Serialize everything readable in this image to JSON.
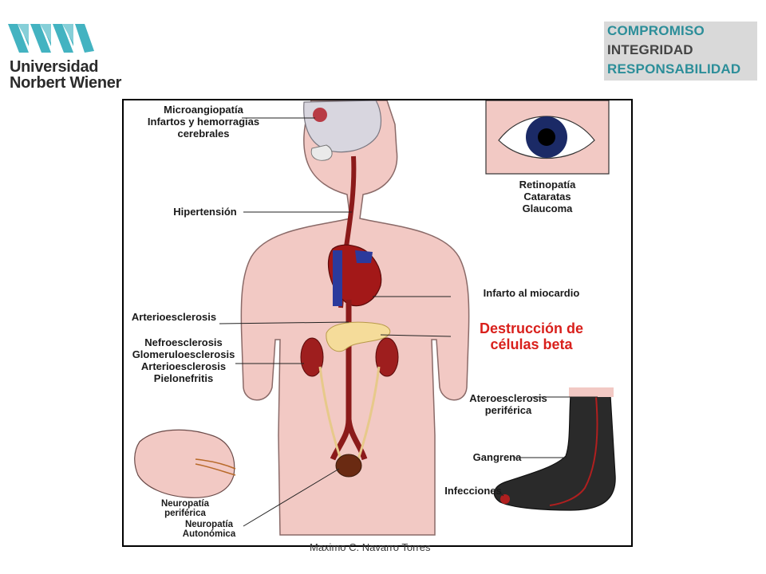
{
  "header": {
    "university_logo": {
      "line1": "Universidad",
      "line2": "Norbert Wiener",
      "icon": "book-waves-logo"
    },
    "values": [
      "COMPROMISO",
      "INTEGRIDAD",
      "RESPONSABILIDAD"
    ]
  },
  "diagram": {
    "labels": {
      "microangiopatia": [
        "Microangiopatía",
        "Infartos y hemorragias",
        "cerebrales"
      ],
      "hipertension": "Hipertensión",
      "retinopatia": [
        "Retinopatía",
        "Cataratas",
        "Glaucoma"
      ],
      "infarto": "Infarto al miocardio",
      "arterioesclerosis": "Arterioesclerosis",
      "destruccion": [
        "Destrucción de",
        "células beta"
      ],
      "renal": [
        "Nefroesclerosis",
        "Glomeruloesclerosis",
        "Arterioesclerosis",
        "Pielonefritis"
      ],
      "ateroesclerosis": [
        "Ateroesclerosis",
        "periférica"
      ],
      "gangrena": "Gangrena",
      "infecciones": "Infecciones",
      "neuropatia_periferica": [
        "Neuropatía",
        "periférica"
      ],
      "neuropatia_autonomica": [
        "Neuropatía",
        "Autonómica"
      ]
    },
    "colors": {
      "skin": "#f2c9c4",
      "artery": "#8b1a1a",
      "heart": "#a31818",
      "vein": "#2b3a9c",
      "pancreas": "#f5dc9a",
      "foot": "#2a2a2a",
      "highlight": "#d9201c"
    }
  },
  "footer": {
    "author": "Maximo C. Navarro Torres"
  }
}
